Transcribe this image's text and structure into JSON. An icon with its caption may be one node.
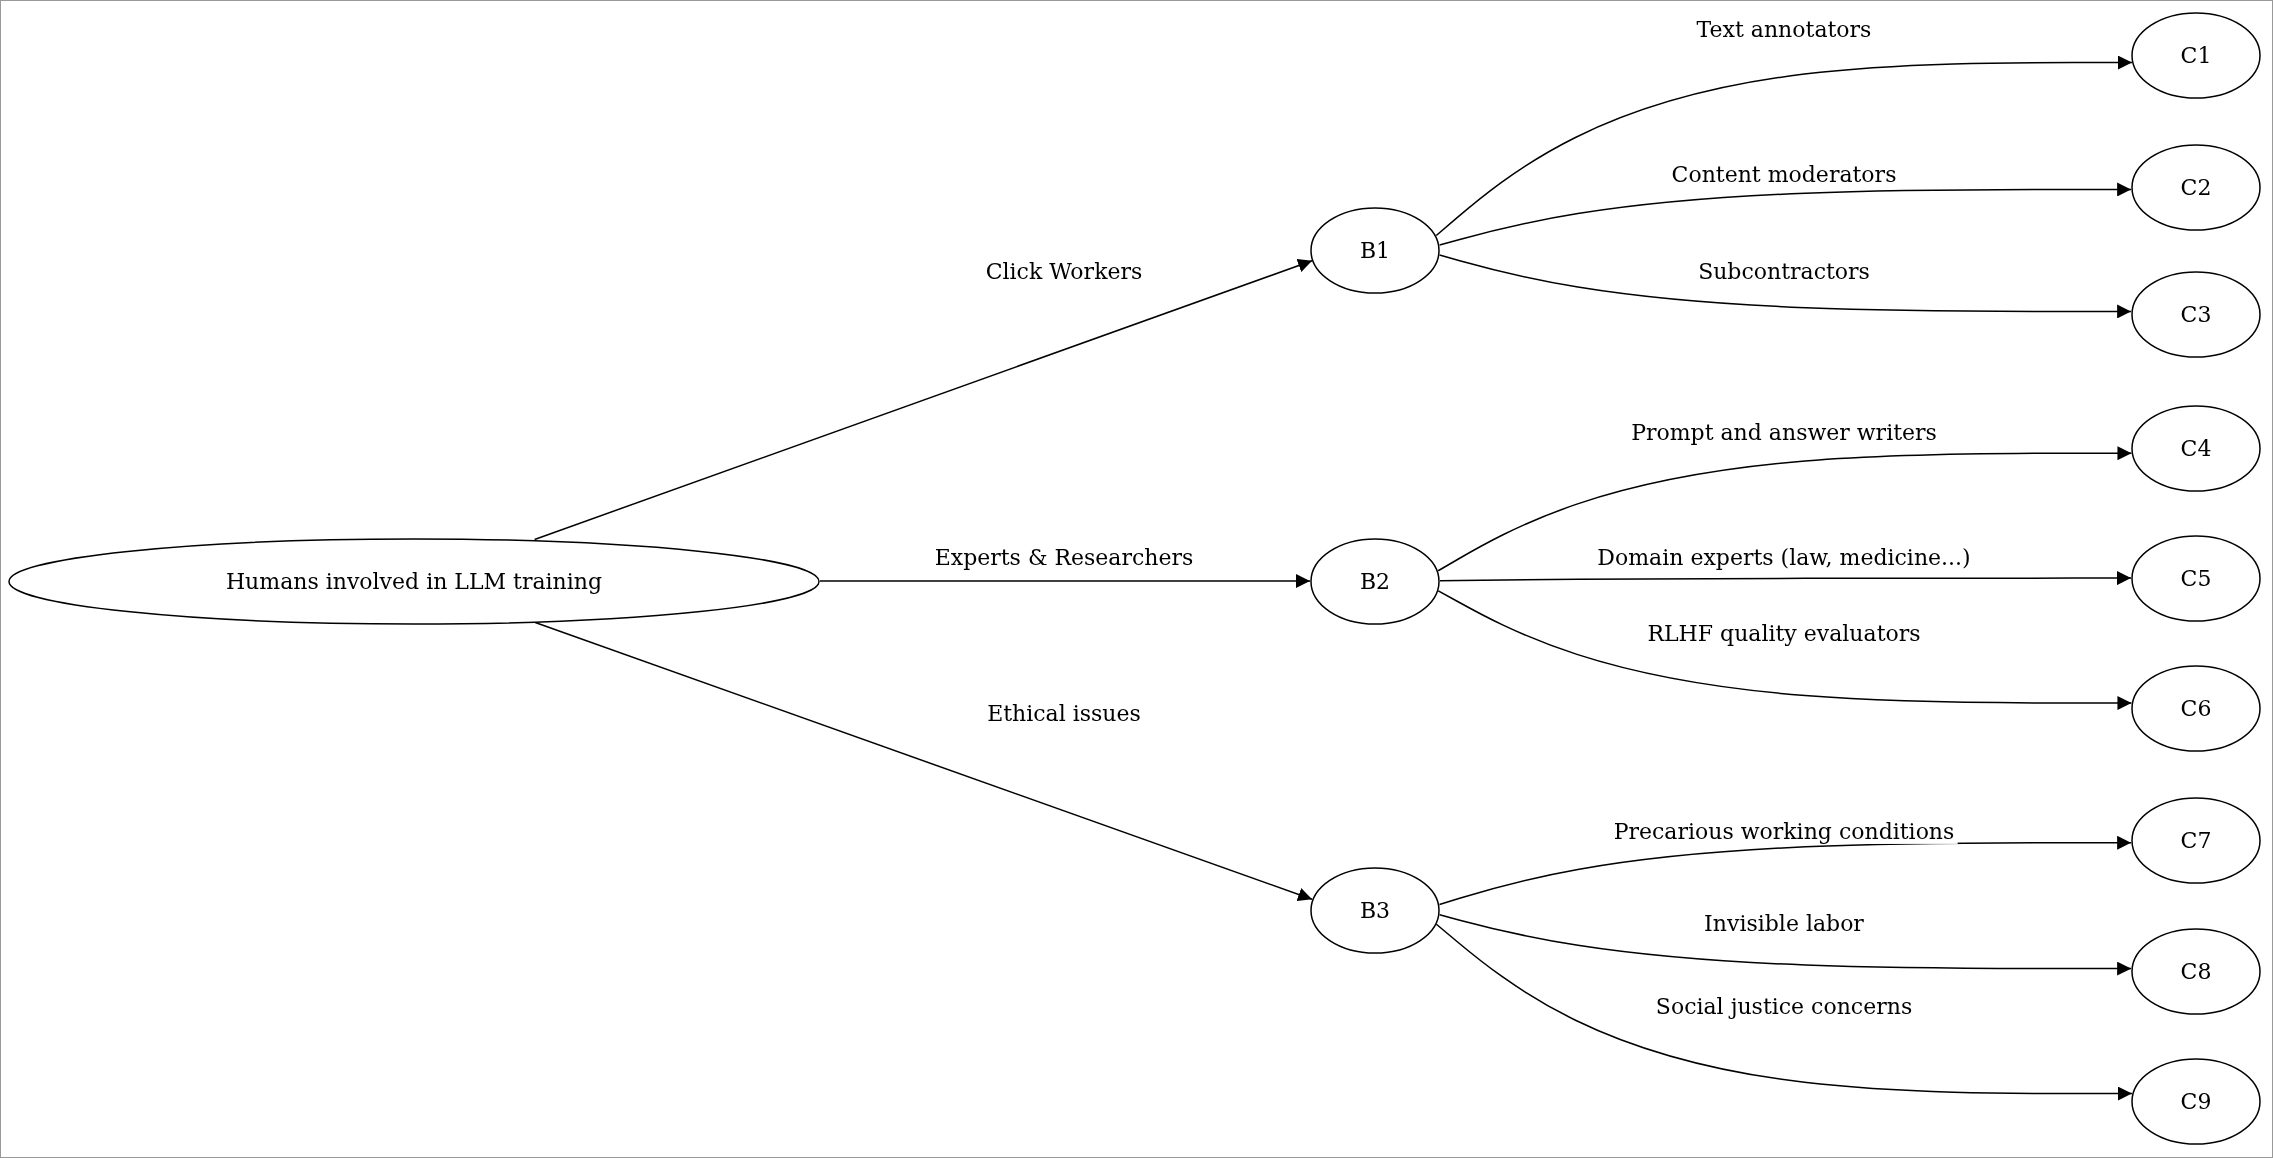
{
  "diagram": {
    "nodes": [
      {
        "text": [
          "Humans involved in LLM training"
        ]
      },
      {
        "text": [
          "B1"
        ]
      },
      {
        "text": [
          "B2"
        ]
      },
      {
        "text": [
          "B3"
        ]
      },
      {
        "text": [
          "C1"
        ]
      },
      {
        "text": [
          "C2"
        ]
      },
      {
        "text": [
          "C3"
        ]
      },
      {
        "text": [
          "C4"
        ]
      },
      {
        "text": [
          "C5"
        ]
      },
      {
        "text": [
          "C6"
        ]
      },
      {
        "text": [
          "C7"
        ]
      },
      {
        "text": [
          "C8"
        ]
      },
      {
        "text": [
          "C9"
        ]
      }
    ],
    "edges": [
      {
        "from": 0,
        "to": 1,
        "arrow": "to",
        "label": "Click Workers"
      },
      {
        "from": 0,
        "to": 2,
        "arrow": "to",
        "label": "Experts & Researchers"
      },
      {
        "from": 0,
        "to": 3,
        "arrow": "to",
        "label": "Ethical issues"
      },
      {
        "from": 1,
        "to": 4,
        "arrow": "to",
        "label": "Text annotators"
      },
      {
        "from": 1,
        "to": 5,
        "arrow": "to",
        "label": "Content moderators"
      },
      {
        "from": 1,
        "to": 6,
        "arrow": "to",
        "label": "Subcontractors"
      },
      {
        "from": 2,
        "to": 7,
        "arrow": "to",
        "label": "Prompt and answer writers"
      },
      {
        "from": 2,
        "to": 8,
        "arrow": "to",
        "label": "Domain experts (law, medicine...)"
      },
      {
        "from": 2,
        "to": 9,
        "arrow": "to",
        "label": "RLHF quality evaluators"
      },
      {
        "from": 3,
        "to": 10,
        "arrow": "to",
        "label": "Precarious working conditions"
      },
      {
        "from": 3,
        "to": 11,
        "arrow": "to",
        "label": "Invisible labor"
      },
      {
        "from": 3,
        "to": 12,
        "arrow": "to",
        "label": "Social justice concerns"
      }
    ]
  }
}
